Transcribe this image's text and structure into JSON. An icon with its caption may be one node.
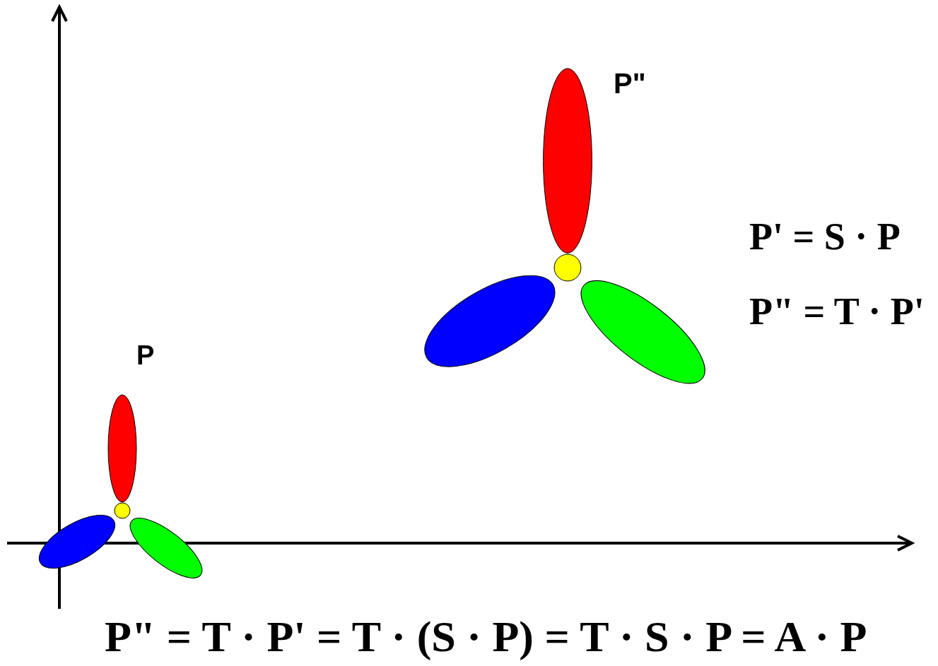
{
  "diagram": {
    "labels": [
      "P\"",
      "P' = S · P",
      "P\" = T · P'",
      "P",
      "P\" = T · P' = T · (S · P) = T · S · P = A · P"
    ]
  }
}
